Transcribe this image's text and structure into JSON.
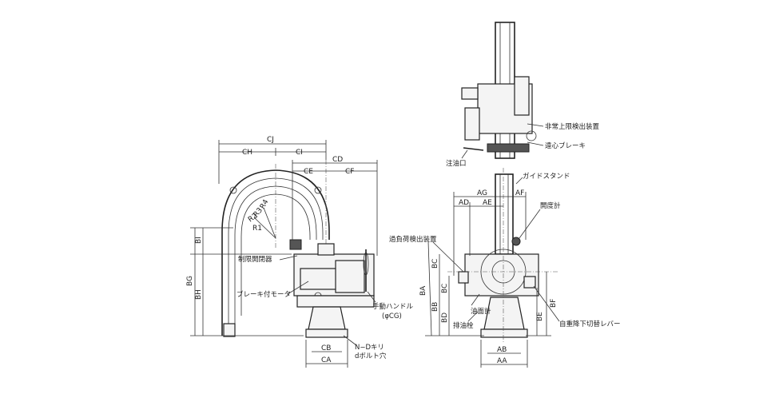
{
  "colors": {
    "line": "#222222",
    "background": "#ffffff",
    "fill": "#f4f4f4"
  },
  "front_view": {
    "dims": {
      "CJ": "CJ",
      "CH": "CH",
      "CI": "CI",
      "CD": "CD",
      "CE": "CE",
      "CF": "CF",
      "BI": "BI",
      "BG": "BG",
      "BH": "BH",
      "CB": "CB",
      "CA": "CA",
      "R4": "R4",
      "R3": "R3",
      "R2": "R2",
      "R1": "R1"
    },
    "labels": {
      "limit_switch": "制限開閉器",
      "brake_motor": "ブレーキ付モータ",
      "hand_handle": "手動ハンドル",
      "hand_handle_sub": "(φCG)",
      "bolt_holes": "N−Dキリ",
      "bolt_holes_sub": "dボルト穴"
    }
  },
  "top_view": {
    "labels": {
      "emergency_limit": "非常上限検出装置",
      "centrifugal_brake": "遠心ブレーキ",
      "oil_port": "注油口"
    }
  },
  "side_view": {
    "dims": {
      "AG": "AG",
      "AD": "AD",
      "AE": "AE",
      "AF": "AF",
      "BA": "BA",
      "BC1": "BC",
      "BB": "BB",
      "BC2": "BC",
      "BD": "BD",
      "BF": "BF",
      "BE": "BE",
      "AB": "AB",
      "AA": "AA"
    },
    "labels": {
      "guide_stand": "ガイドスタンド",
      "opening_meter": "開度計",
      "overload_detector": "過負荷検出装置",
      "oil_gauge": "油面計",
      "drain": "排油栓",
      "weight_lever": "自重降下切替レバー"
    }
  }
}
